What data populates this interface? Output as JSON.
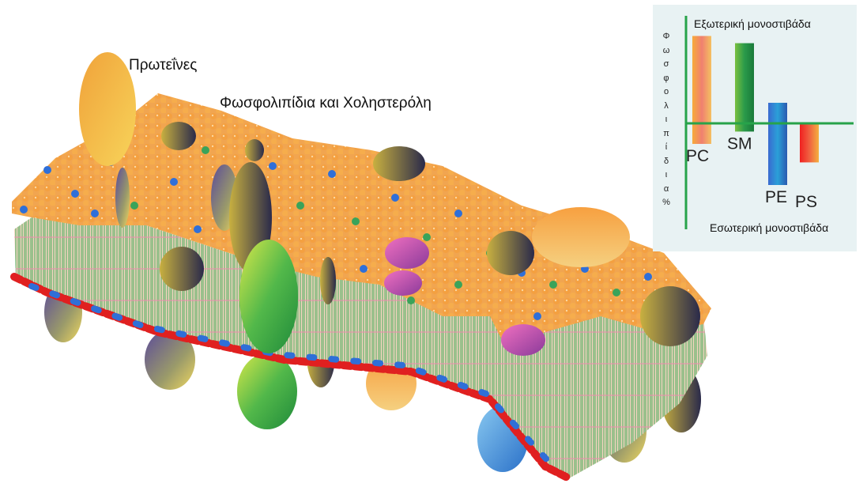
{
  "labels": {
    "proteins": "Πρωτεΐνες",
    "phospholipids_cholesterol": "Φωσφολιπίδια και Χοληστερόλη"
  },
  "chart_data": {
    "type": "bar",
    "title_top": "Εξωτερική μονοστιβάδα",
    "title_bottom": "Εσωτερική μονοστιβάδα",
    "ylabel": "Φωσφολιπίδια %",
    "categories": [
      "PC",
      "SM",
      "PE",
      "PS"
    ],
    "series": [
      {
        "values": [
          0.85,
          0.78,
          0.2,
          0
        ]
      },
      {
        "values": [
          -0.2,
          -0.08,
          -0.6,
          -0.38
        ]
      }
    ],
    "grid": false,
    "legend": "none"
  },
  "colors": {
    "head_orange": "#f4a040",
    "head_blue": "#2f6fd8",
    "head_green": "#3aa35a",
    "head_red": "#e02020",
    "tail_green": "#5fb36a",
    "axis_green": "#27a34a"
  }
}
